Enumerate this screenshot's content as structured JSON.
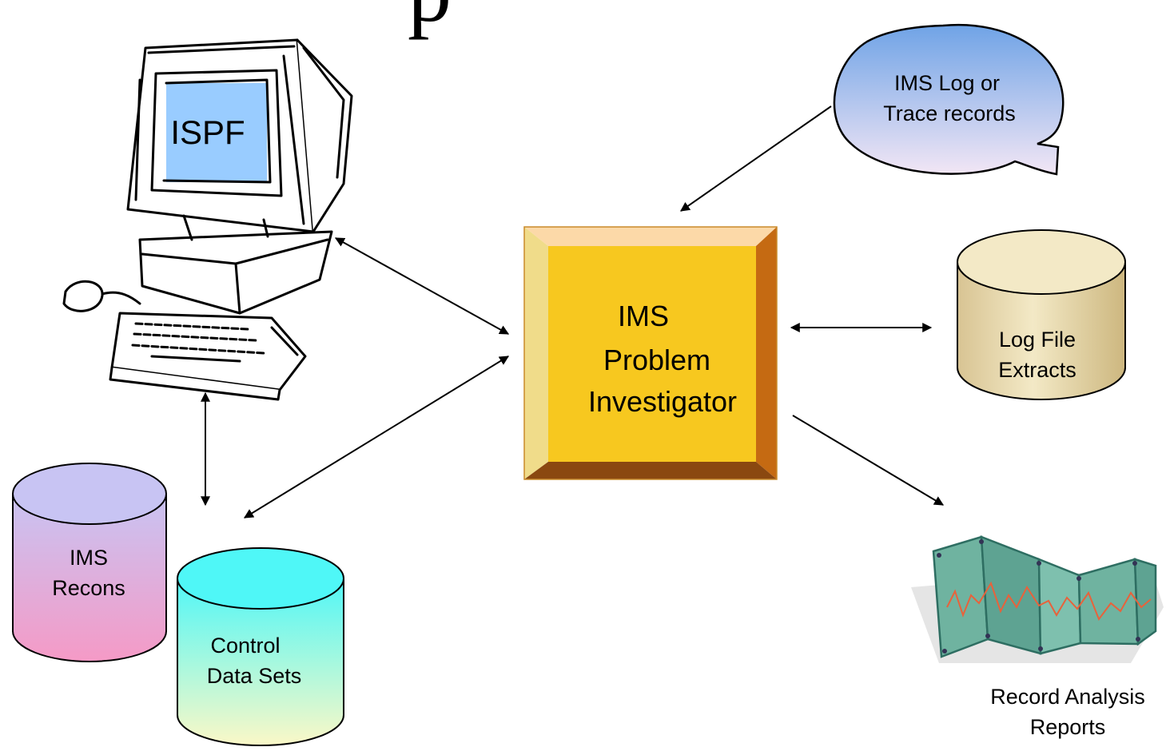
{
  "title_fragment": "p",
  "nodes": {
    "workstation": {
      "screen_label": "ISPF"
    },
    "log_source": {
      "line1": "IMS Log or",
      "line2": "Trace  records"
    },
    "investigator": {
      "line1": "IMS",
      "line2": "Problem",
      "line3": "Investigator"
    },
    "extracts": {
      "line1": "Log File",
      "line2": "Extracts"
    },
    "recons": {
      "line1": "IMS",
      "line2": "Recons"
    },
    "control": {
      "line1": "Control",
      "line2": "Data Sets"
    },
    "reports": {
      "line1": "Record Analysis",
      "line2": "Reports"
    }
  },
  "colors": {
    "screen": "#99ccff",
    "cloud_top": "#6fa3e6",
    "cloud_bottom": "#f2e6f5",
    "box_face": "#f7c81f",
    "box_top": "#fcd9a8",
    "box_left": "#f0dc8a",
    "box_right": "#c56a12",
    "box_bottom": "#8a4810",
    "extracts_fill": "#eadcae",
    "recons_top": "#c8c4f3",
    "recons_bottom": "#f59ac6",
    "control_top": "#4ff7f7",
    "control_bottom": "#fbf8c7",
    "report_fill": "#6fb3a0",
    "report_line": "#e8623b"
  }
}
